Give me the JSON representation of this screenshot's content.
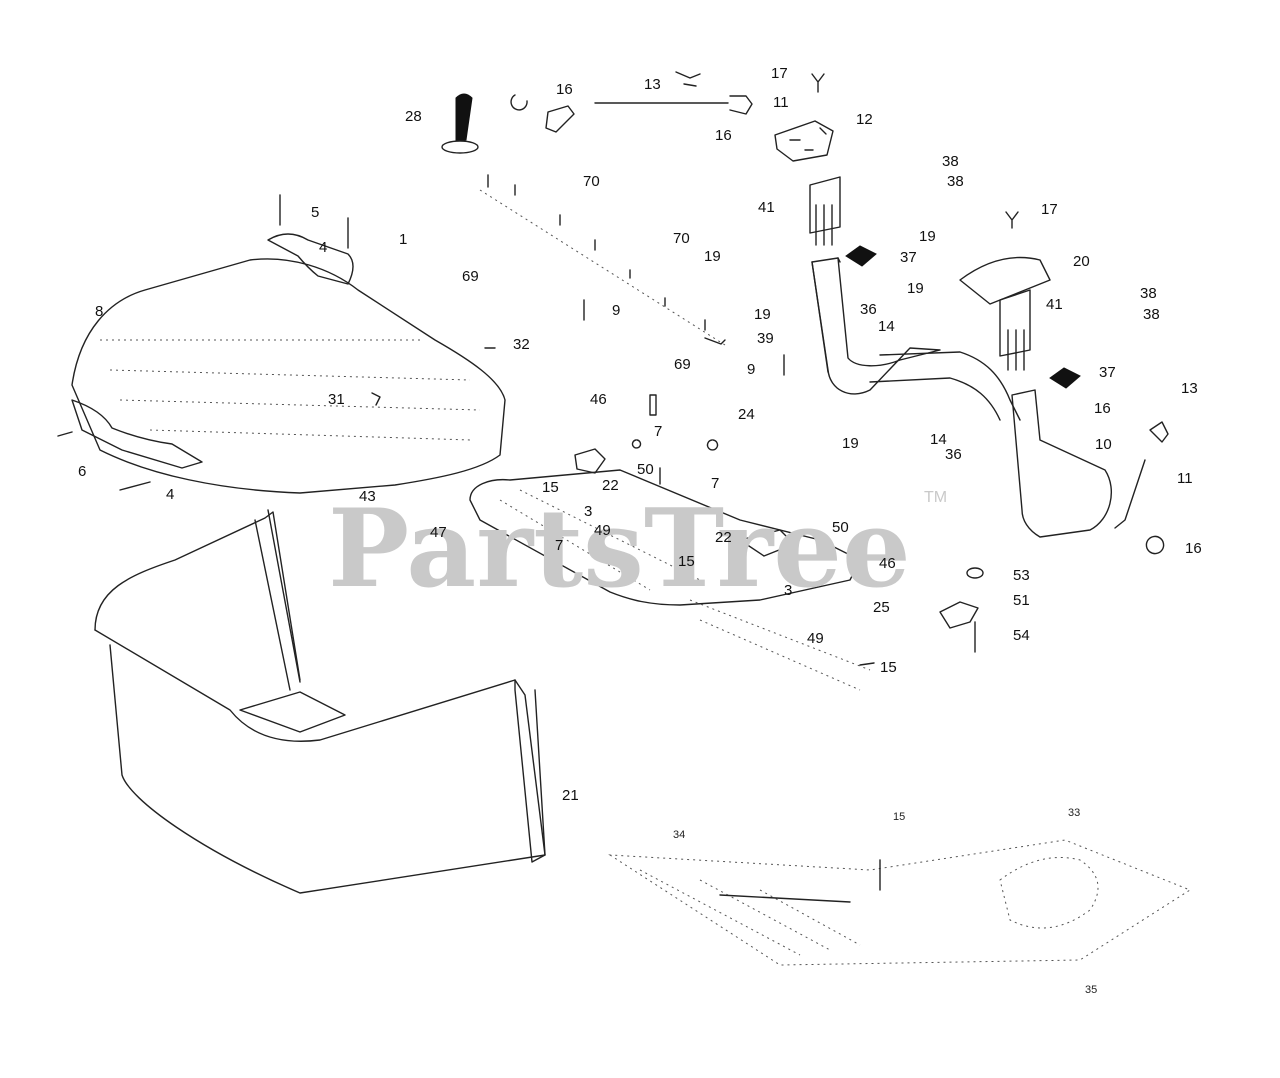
{
  "watermark": {
    "text": "PartsTree",
    "trademark": "TM"
  },
  "callouts": [
    {
      "id": "c-17a",
      "text": "17"
    },
    {
      "id": "c-13a",
      "text": "13"
    },
    {
      "id": "c-16a",
      "text": "16"
    },
    {
      "id": "c-11a",
      "text": "11"
    },
    {
      "id": "c-28",
      "text": "28"
    },
    {
      "id": "c-16b",
      "text": "16"
    },
    {
      "id": "c-12",
      "text": "12"
    },
    {
      "id": "c-38a",
      "text": "38"
    },
    {
      "id": "c-38b",
      "text": "38"
    },
    {
      "id": "c-70a",
      "text": "70"
    },
    {
      "id": "c-41a",
      "text": "41"
    },
    {
      "id": "c-17b",
      "text": "17"
    },
    {
      "id": "c-5",
      "text": "5"
    },
    {
      "id": "c-1",
      "text": "1"
    },
    {
      "id": "c-4a",
      "text": "4"
    },
    {
      "id": "c-70b",
      "text": "70"
    },
    {
      "id": "c-19a",
      "text": "19"
    },
    {
      "id": "c-19b",
      "text": "19"
    },
    {
      "id": "c-37a",
      "text": "37"
    },
    {
      "id": "c-20",
      "text": "20"
    },
    {
      "id": "c-69a",
      "text": "69"
    },
    {
      "id": "c-19c",
      "text": "19"
    },
    {
      "id": "c-38c",
      "text": "38"
    },
    {
      "id": "c-41b",
      "text": "41"
    },
    {
      "id": "c-38d",
      "text": "38"
    },
    {
      "id": "c-8",
      "text": "8"
    },
    {
      "id": "c-9a",
      "text": "9"
    },
    {
      "id": "c-19d",
      "text": "19"
    },
    {
      "id": "c-36a",
      "text": "36"
    },
    {
      "id": "c-14a",
      "text": "14"
    },
    {
      "id": "c-32",
      "text": "32"
    },
    {
      "id": "c-39",
      "text": "39"
    },
    {
      "id": "c-69b",
      "text": "69"
    },
    {
      "id": "c-9b",
      "text": "9"
    },
    {
      "id": "c-37b",
      "text": "37"
    },
    {
      "id": "c-13b",
      "text": "13"
    },
    {
      "id": "c-31",
      "text": "31"
    },
    {
      "id": "c-46a",
      "text": "46"
    },
    {
      "id": "c-16c",
      "text": "16"
    },
    {
      "id": "c-24",
      "text": "24"
    },
    {
      "id": "c-7a",
      "text": "7"
    },
    {
      "id": "c-19e",
      "text": "19"
    },
    {
      "id": "c-14b",
      "text": "14"
    },
    {
      "id": "c-10",
      "text": "10"
    },
    {
      "id": "c-36b",
      "text": "36"
    },
    {
      "id": "c-6",
      "text": "6"
    },
    {
      "id": "c-50a",
      "text": "50"
    },
    {
      "id": "c-11b",
      "text": "11"
    },
    {
      "id": "c-4b",
      "text": "4"
    },
    {
      "id": "c-15a",
      "text": "15"
    },
    {
      "id": "c-22a",
      "text": "22"
    },
    {
      "id": "c-7b",
      "text": "7"
    },
    {
      "id": "c-43",
      "text": "43"
    },
    {
      "id": "c-3a",
      "text": "3"
    },
    {
      "id": "c-47",
      "text": "47"
    },
    {
      "id": "c-49a",
      "text": "49"
    },
    {
      "id": "c-50b",
      "text": "50"
    },
    {
      "id": "c-16d",
      "text": "16"
    },
    {
      "id": "c-7c",
      "text": "7"
    },
    {
      "id": "c-22b",
      "text": "22"
    },
    {
      "id": "c-15b",
      "text": "15"
    },
    {
      "id": "c-46b",
      "text": "46"
    },
    {
      "id": "c-53",
      "text": "53"
    },
    {
      "id": "c-3b",
      "text": "3"
    },
    {
      "id": "c-51",
      "text": "51"
    },
    {
      "id": "c-25",
      "text": "25"
    },
    {
      "id": "c-54",
      "text": "54"
    },
    {
      "id": "c-49b",
      "text": "49"
    },
    {
      "id": "c-15c",
      "text": "15"
    },
    {
      "id": "c-21",
      "text": "21"
    },
    {
      "id": "c-15d",
      "text": "15"
    },
    {
      "id": "c-33",
      "text": "33"
    },
    {
      "id": "c-34",
      "text": "34"
    },
    {
      "id": "c-35",
      "text": "35"
    }
  ]
}
